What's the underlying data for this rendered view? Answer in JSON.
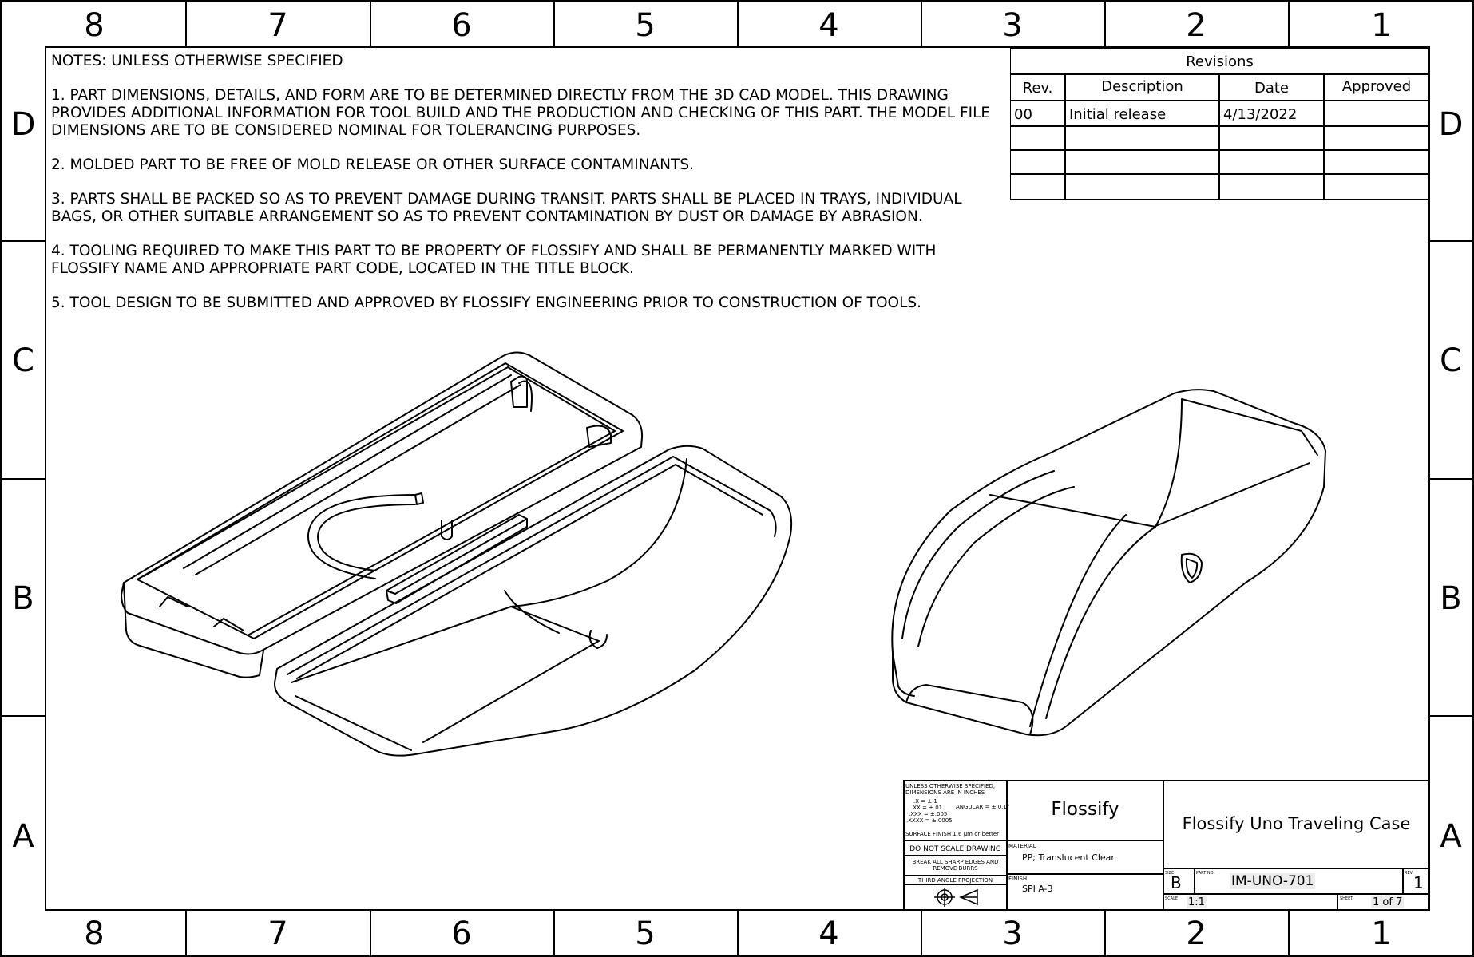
{
  "zones": {
    "columns": [
      "8",
      "7",
      "6",
      "5",
      "4",
      "3",
      "2",
      "1"
    ],
    "rows": [
      "D",
      "C",
      "B",
      "A"
    ]
  },
  "notes": {
    "heading": "NOTES: UNLESS OTHERWISE SPECIFIED",
    "items": [
      "1. PART DIMENSIONS, DETAILS, AND FORM ARE TO BE DETERMINED DIRECTLY FROM THE 3D CAD MODEL. THIS DRAWING PROVIDES ADDITIONAL INFORMATION FOR TOOL BUILD AND THE PRODUCTION AND CHECKING OF THIS PART. THE MODEL FILE DIMENSIONS ARE TO BE CONSIDERED NOMINAL FOR TOLERANCING PURPOSES.",
      "2. MOLDED PART TO BE FREE OF MOLD RELEASE OR OTHER SURFACE CONTAMINANTS.",
      "3. PARTS SHALL BE PACKED SO AS TO PREVENT DAMAGE DURING TRANSIT. PARTS SHALL BE PLACED IN TRAYS, INDIVIDUAL BAGS, OR OTHER SUITABLE ARRANGEMENT SO AS TO PREVENT CONTAMINATION BY DUST OR DAMAGE BY ABRASION.",
      "4. TOOLING REQUIRED TO MAKE THIS PART TO BE PROPERTY OF FLOSSIFY AND SHALL BE PERMANENTLY MARKED WITH FLOSSIFY NAME AND APPROPRIATE PART CODE, LOCATED IN THE TITLE BLOCK.",
      "5. TOOL DESIGN TO BE SUBMITTED AND APPROVED BY FLOSSIFY ENGINEERING PRIOR TO CONSTRUCTION OF TOOLS."
    ]
  },
  "revisions": {
    "title": "Revisions",
    "headers": {
      "rev": "Rev.",
      "description": "Description",
      "date": "Date",
      "approved": "Approved"
    },
    "rows": [
      {
        "rev": "00",
        "description": "Initial release",
        "date": "4/13/2022",
        "approved": ""
      }
    ]
  },
  "title_block": {
    "tolerance_lines": [
      "UNLESS OTHERWISE SPECIFIED,",
      "DIMENSIONS ARE IN INCHES",
      ".X = ±.1",
      ".XX = ±.01",
      ".XXX = ±.005",
      ".XXXX = ±.0005"
    ],
    "angular": "ANGULAR = ± 0.1°",
    "surface_finish": "SURFACE FINISH 1.6 μm or better",
    "do_not_scale": "DO NOT SCALE DRAWING",
    "break_edges": "BREAK ALL SHARP EDGES AND REMOVE BURRS",
    "projection": "THIRD ANGLE PROJECTION",
    "company": "Flossify",
    "material_label": "MATERIAL",
    "material": "PP; Translucent Clear",
    "finish_label": "FINISH",
    "finish": "SPI A-3",
    "title": "Flossify Uno Traveling Case",
    "size_label": "SIZE",
    "size": "B",
    "part_no_label": "PART NO.",
    "part_no": "IM-UNO-701",
    "rev_label": "REV",
    "rev": "1",
    "scale_label": "SCALE",
    "scale": "1:1",
    "sheet_label": "SHEET",
    "sheet": "1 of 7"
  }
}
